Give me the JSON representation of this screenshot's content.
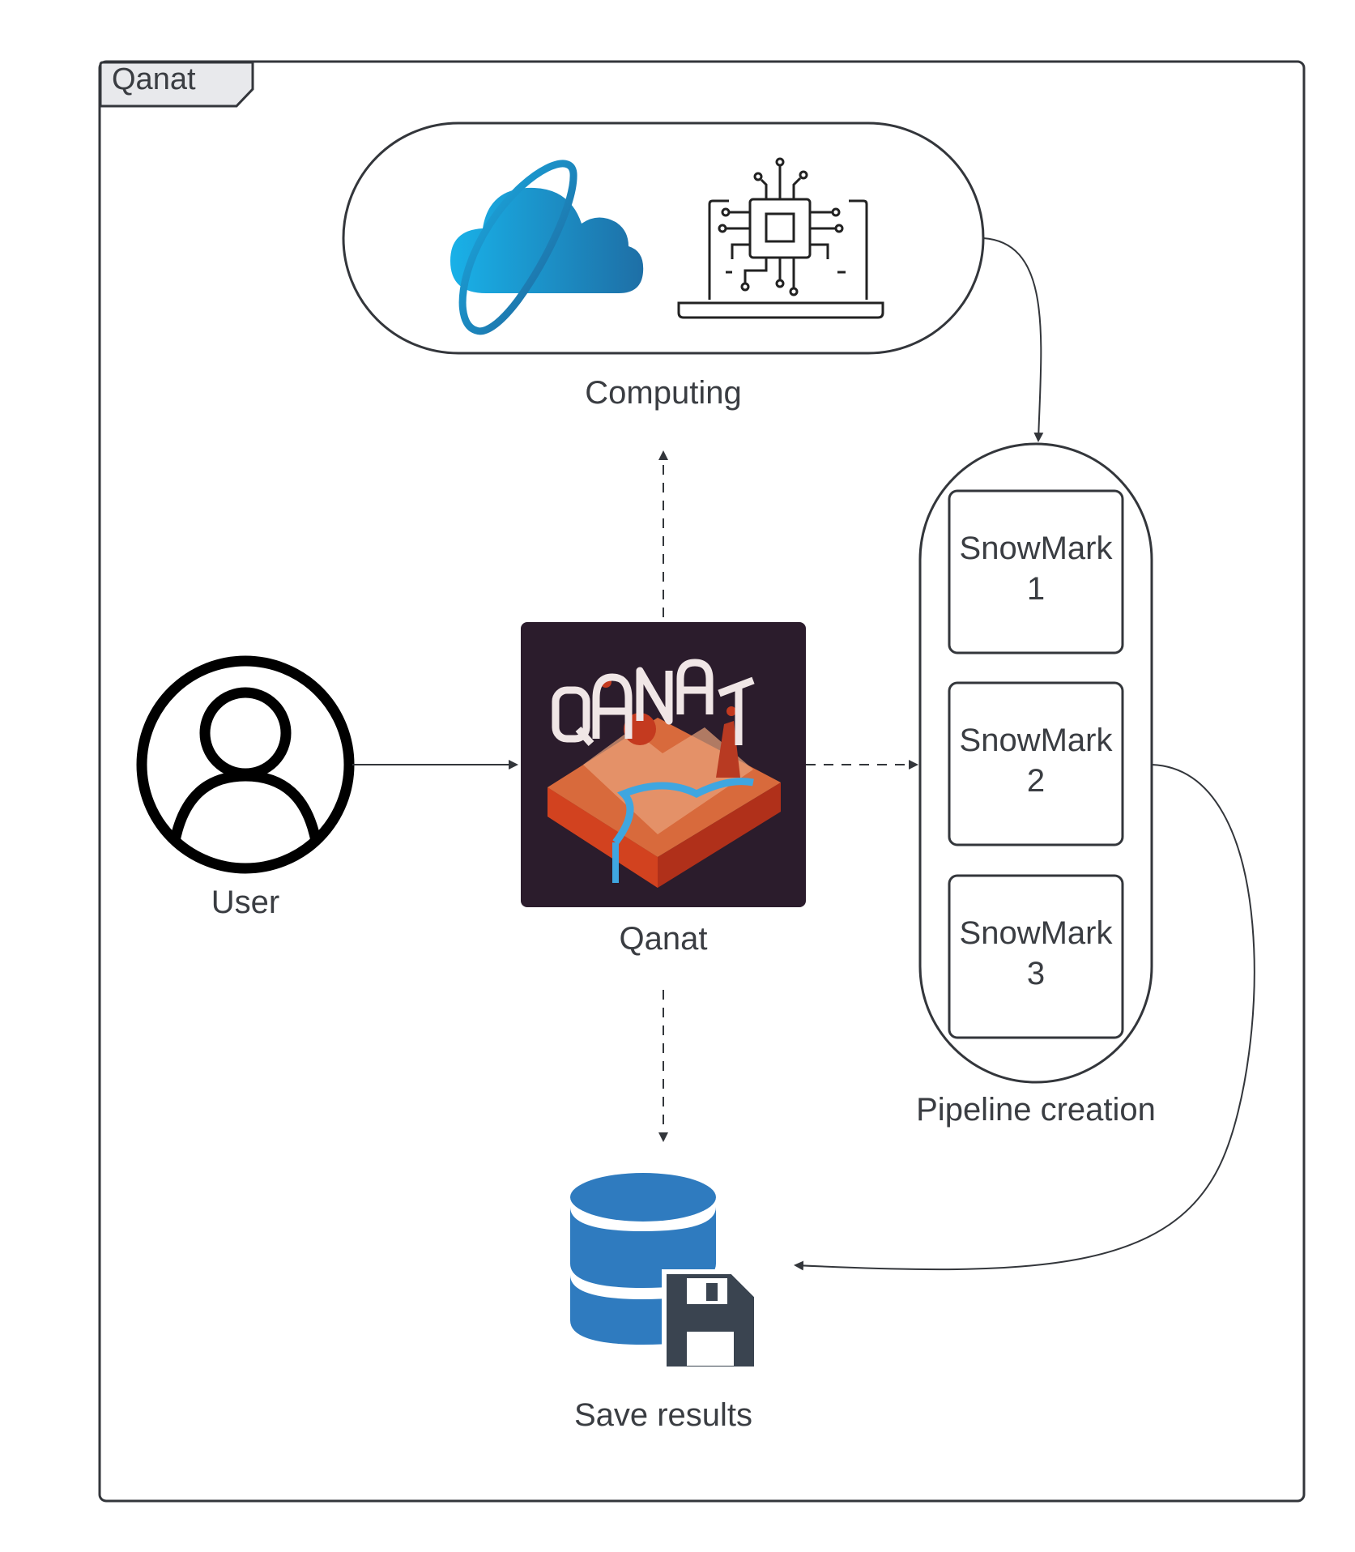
{
  "frame": {
    "title": "Qanat"
  },
  "nodes": {
    "computing": {
      "label": "Computing",
      "icons": [
        "cloud-icon",
        "chip-laptop-icon"
      ]
    },
    "user": {
      "label": "User",
      "icon": "user-avatar-icon"
    },
    "qanat": {
      "label": "Qanat",
      "logo_text": "QANAT"
    },
    "pipeline": {
      "label": "Pipeline creation",
      "stages": [
        {
          "line1": "SnowMark",
          "line2": "1"
        },
        {
          "line1": "SnowMark",
          "line2": "2"
        },
        {
          "line1": "SnowMark",
          "line2": "3"
        }
      ]
    },
    "save": {
      "label": "Save results",
      "icon": "database-save-icon"
    }
  },
  "colors": {
    "stroke": "#33363b",
    "cloud": "#1aa6df",
    "database": "#2f7bbf",
    "floppy": "#3a4450",
    "logo_bg": "#2b1c2c",
    "logo_red": "#c43a1f",
    "logo_water": "#3fa6e0"
  }
}
